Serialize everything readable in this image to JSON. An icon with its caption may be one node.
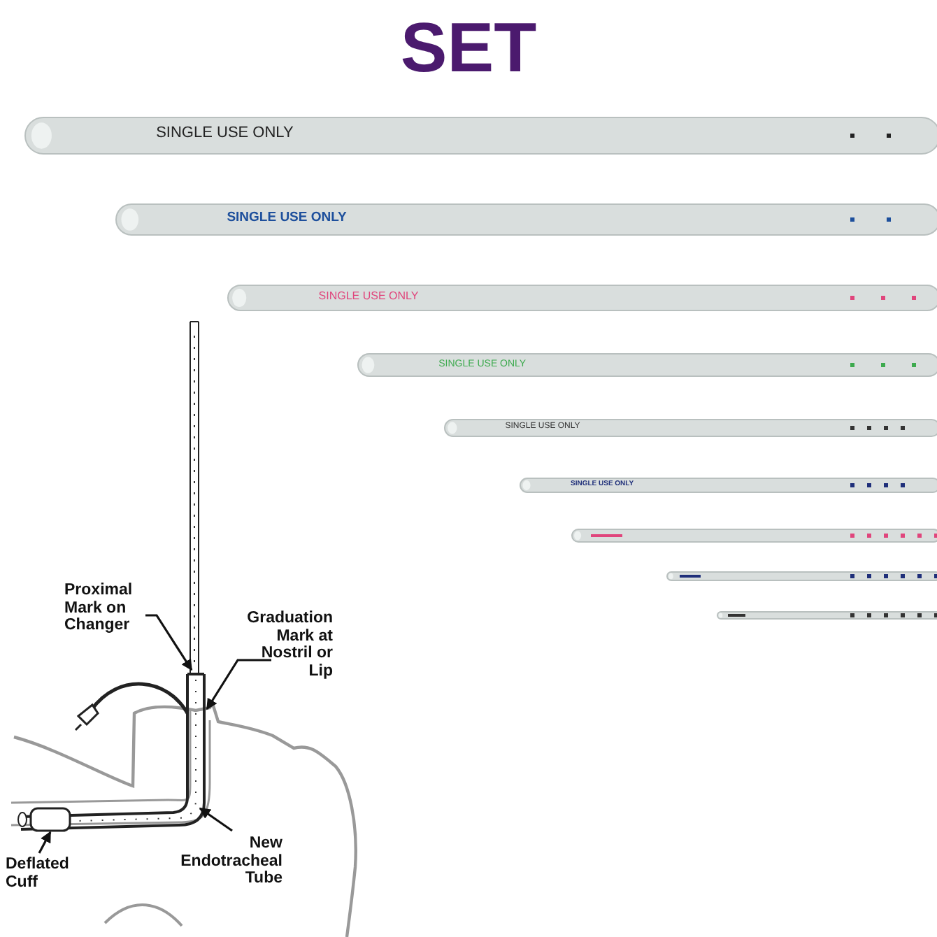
{
  "diagram": {
    "title": "SET",
    "nodes": [
      {
        "text": [
          "Proximal Mark on Changer"
        ]
      },
      {
        "text": [
          "Graduation Mark at Nostril or Lip"
        ]
      },
      {
        "text": [
          "New Endotracheal Tube"
        ]
      },
      {
        "text": [
          "Deflated Cuff"
        ]
      }
    ],
    "edges": [
      {
        "from": 0,
        "to": null,
        "arrow": "to"
      },
      {
        "from": 1,
        "to": null,
        "arrow": "to"
      },
      {
        "from": 2,
        "to": null,
        "arrow": "to"
      },
      {
        "from": 3,
        "to": null,
        "arrow": "to"
      }
    ],
    "labels": [
      "SINGLE USE ONLY",
      "SINGLE USE ONLY",
      "SINGLE USE ONLY",
      "SINGLE USE ONLY",
      "SINGLE USE ONLY",
      "SINGLE USE ONLY"
    ]
  }
}
